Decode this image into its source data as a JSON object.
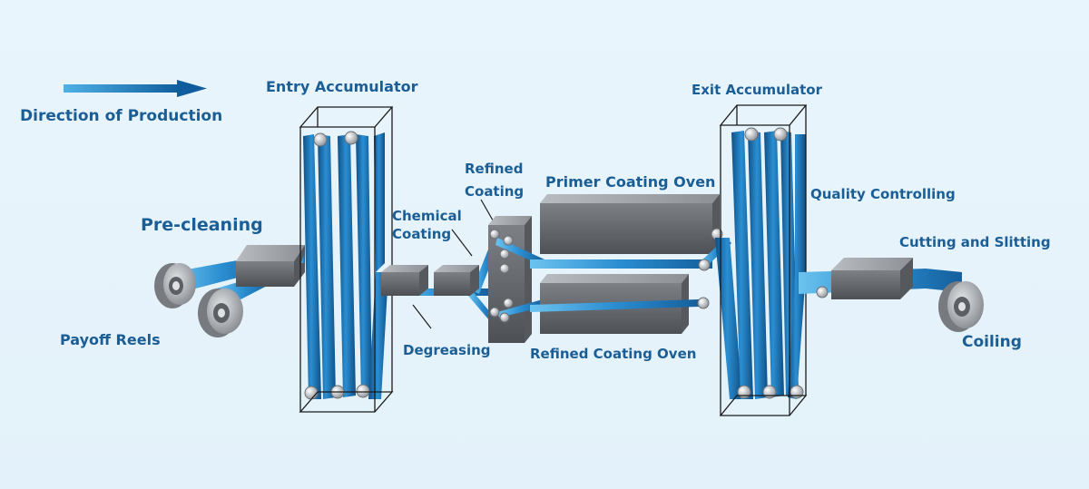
{
  "colors": {
    "label": "#1b5e96",
    "strip": "#2f8fd0",
    "machine": "#5f6266",
    "background": "#e7f3fb"
  },
  "labels": {
    "direction": "Direction of Production",
    "entry_accumulator": "Entry Accumulator",
    "exit_accumulator": "Exit Accumulator",
    "pre_cleaning": "Pre-cleaning",
    "payoff_reels": "Payoff Reels",
    "chemical_coating_1": "Chemical",
    "chemical_coating_2": "Coating",
    "refined_coating_1": "Refined",
    "refined_coating_2": "Coating",
    "primer_coating_oven": "Primer Coating Oven",
    "refined_coating_oven": "Refined Coating Oven",
    "degreasing": "Degreasing",
    "quality_controlling": "Quality Controlling",
    "cutting_and_slitting": "Cutting and Slitting",
    "coiling": "Coiling"
  },
  "icons": [
    "direction-arrow-icon",
    "payoff-reel-icon",
    "coil-icon",
    "roller-icon"
  ]
}
